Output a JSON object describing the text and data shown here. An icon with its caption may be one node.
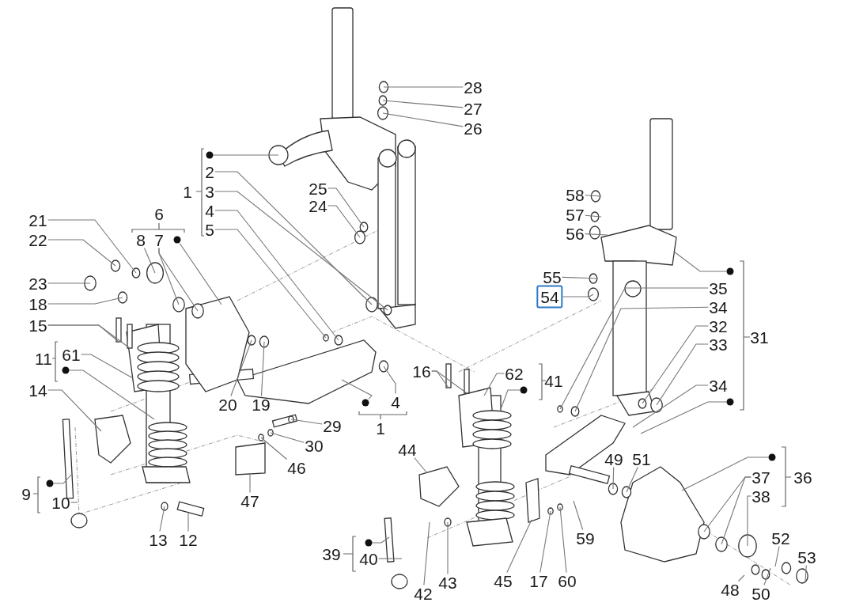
{
  "diagram": {
    "nodes": [
      {
        "text": [
          "28"
        ]
      },
      {
        "text": [
          "27"
        ]
      },
      {
        "text": [
          "26"
        ]
      },
      {
        "text": [],
        "shape": "circle"
      },
      {
        "text": [
          "2"
        ]
      },
      {
        "text": [
          "3"
        ]
      },
      {
        "text": [
          "25"
        ]
      },
      {
        "text": [
          "24"
        ]
      },
      {
        "text": [
          "4"
        ]
      },
      {
        "text": [
          "5"
        ]
      },
      {
        "text": [
          "21"
        ]
      },
      {
        "text": [
          "22"
        ]
      },
      {
        "text": [
          "8"
        ]
      },
      {
        "text": [
          "7"
        ]
      },
      {
        "text": [],
        "shape": "circle"
      },
      {
        "text": [
          "58"
        ]
      },
      {
        "text": [
          "57"
        ]
      },
      {
        "text": [
          "56"
        ]
      },
      {
        "text": [
          "55"
        ]
      },
      {
        "text": [
          "23"
        ]
      },
      {
        "text": [
          "18"
        ]
      },
      {
        "text": [
          "54"
        ]
      },
      {
        "text": [],
        "shape": "circle"
      },
      {
        "text": [
          "35"
        ]
      },
      {
        "text": [
          "34"
        ]
      },
      {
        "text": [
          "15"
        ]
      },
      {
        "text": [
          "32"
        ]
      },
      {
        "text": [
          "33"
        ]
      },
      {
        "text": [
          "61"
        ]
      },
      {
        "text": [],
        "shape": "circle"
      },
      {
        "text": [
          "16"
        ]
      },
      {
        "text": [
          "62"
        ]
      },
      {
        "text": [],
        "shape": "circle"
      },
      {
        "text": [
          "34"
        ]
      },
      {
        "text": [
          "14"
        ]
      },
      {
        "text": [
          "20"
        ]
      },
      {
        "text": [
          "19"
        ]
      },
      {
        "text": [],
        "shape": "circle"
      },
      {
        "text": [
          "4"
        ]
      },
      {
        "text": [],
        "shape": "circle"
      },
      {
        "text": [
          "29"
        ]
      },
      {
        "text": [
          "30"
        ]
      },
      {
        "text": [
          "44"
        ]
      },
      {
        "text": [
          "49"
        ]
      },
      {
        "text": [
          "51"
        ]
      },
      {
        "text": [],
        "shape": "circle"
      },
      {
        "text": [
          "37"
        ]
      },
      {
        "text": [
          "46"
        ]
      },
      {
        "text": [
          "38"
        ]
      },
      {
        "text": [],
        "shape": "circle"
      },
      {
        "text": [
          "10"
        ]
      },
      {
        "text": [
          "47"
        ]
      },
      {
        "text": [
          "59"
        ]
      },
      {
        "text": [
          "13"
        ]
      },
      {
        "text": [
          "12"
        ]
      },
      {
        "text": [
          "52"
        ]
      },
      {
        "text": [],
        "shape": "circle"
      },
      {
        "text": [
          "53"
        ]
      },
      {
        "text": [
          "40"
        ]
      },
      {
        "text": [
          "45"
        ]
      },
      {
        "text": [
          "17"
        ]
      },
      {
        "text": [
          "60"
        ]
      },
      {
        "text": [
          "43"
        ]
      },
      {
        "text": [
          "48"
        ]
      },
      {
        "text": [
          "42"
        ]
      },
      {
        "text": [
          "50"
        ]
      }
    ],
    "edges": [
      {
        "from": 0,
        "to": null,
        "arrow": "none"
      },
      {
        "from": 1,
        "to": null,
        "arrow": "none"
      },
      {
        "from": 2,
        "to": null,
        "arrow": "none"
      },
      {
        "from": 3,
        "to": null,
        "arrow": "none"
      },
      {
        "from": 4,
        "to": null,
        "arrow": "none"
      },
      {
        "from": 5,
        "to": null,
        "arrow": "none"
      },
      {
        "from": 6,
        "to": null,
        "arrow": "none"
      },
      {
        "from": 7,
        "to": null,
        "arrow": "none"
      },
      {
        "from": 8,
        "to": null,
        "arrow": "none"
      },
      {
        "from": 9,
        "to": null,
        "arrow": "none"
      },
      {
        "from": 10,
        "to": null,
        "arrow": "none"
      },
      {
        "from": 11,
        "to": null,
        "arrow": "none"
      },
      {
        "from": 12,
        "to": null,
        "arrow": "none"
      },
      {
        "from": 13,
        "to": null,
        "arrow": "none"
      },
      {
        "from": 13,
        "to": null,
        "arrow": "none"
      },
      {
        "from": 14,
        "to": null,
        "arrow": "none"
      },
      {
        "from": 15,
        "to": null,
        "arrow": "none"
      },
      {
        "from": 16,
        "to": null,
        "arrow": "none"
      },
      {
        "from": 17,
        "to": null,
        "arrow": "none"
      },
      {
        "from": 18,
        "to": null,
        "arrow": "none"
      },
      {
        "from": 19,
        "to": null,
        "arrow": "none"
      },
      {
        "from": 20,
        "to": null,
        "arrow": "none"
      },
      {
        "from": 21,
        "to": null,
        "arrow": "none"
      },
      {
        "from": 22,
        "to": null,
        "arrow": "none"
      },
      {
        "from": 23,
        "to": null,
        "arrow": "none"
      },
      {
        "from": 24,
        "to": null,
        "arrow": "none"
      },
      {
        "from": 25,
        "to": null,
        "arrow": "none"
      },
      {
        "from": 25,
        "to": null,
        "arrow": "none"
      },
      {
        "from": 26,
        "to": null,
        "arrow": "none"
      },
      {
        "from": 27,
        "to": null,
        "arrow": "none"
      },
      {
        "from": 28,
        "to": null,
        "arrow": "none"
      },
      {
        "from": 29,
        "to": null,
        "arrow": "none"
      },
      {
        "from": 30,
        "to": null,
        "arrow": "none"
      },
      {
        "from": 30,
        "to": null,
        "arrow": "none"
      },
      {
        "from": 31,
        "to": null,
        "arrow": "none"
      },
      {
        "from": 32,
        "to": null,
        "arrow": "none"
      },
      {
        "from": 33,
        "to": null,
        "arrow": "none"
      },
      {
        "from": 34,
        "to": null,
        "arrow": "none"
      },
      {
        "from": 35,
        "to": null,
        "arrow": "none"
      },
      {
        "from": 36,
        "to": null,
        "arrow": "none"
      },
      {
        "from": 37,
        "to": null,
        "arrow": "none"
      },
      {
        "from": 38,
        "to": null,
        "arrow": "none"
      },
      {
        "from": 39,
        "to": null,
        "arrow": "none"
      },
      {
        "from": 40,
        "to": null,
        "arrow": "none"
      },
      {
        "from": 41,
        "to": null,
        "arrow": "none"
      },
      {
        "from": 42,
        "to": null,
        "arrow": "none"
      },
      {
        "from": 43,
        "to": null,
        "arrow": "none"
      },
      {
        "from": 44,
        "to": null,
        "arrow": "none"
      },
      {
        "from": 45,
        "to": null,
        "arrow": "none"
      },
      {
        "from": 46,
        "to": null,
        "arrow": "none"
      },
      {
        "from": 46,
        "to": null,
        "arrow": "none"
      },
      {
        "from": 47,
        "to": null,
        "arrow": "none"
      },
      {
        "from": 48,
        "to": null,
        "arrow": "none"
      },
      {
        "from": 49,
        "to": null,
        "arrow": "none"
      },
      {
        "from": 50,
        "to": null,
        "arrow": "none"
      },
      {
        "from": 51,
        "to": null,
        "arrow": "none"
      },
      {
        "from": 52,
        "to": null,
        "arrow": "none"
      },
      {
        "from": 53,
        "to": null,
        "arrow": "none"
      },
      {
        "from": 54,
        "to": null,
        "arrow": "none"
      },
      {
        "from": 55,
        "to": null,
        "arrow": "none"
      },
      {
        "from": 56,
        "to": null,
        "arrow": "none"
      },
      {
        "from": 57,
        "to": null,
        "arrow": "none"
      },
      {
        "from": 58,
        "to": null,
        "arrow": "none"
      },
      {
        "from": 59,
        "to": null,
        "arrow": "none"
      },
      {
        "from": 60,
        "to": null,
        "arrow": "none"
      },
      {
        "from": 61,
        "to": null,
        "arrow": "none"
      },
      {
        "from": 62,
        "to": null,
        "arrow": "none"
      },
      {
        "from": 63,
        "to": null,
        "arrow": "none"
      },
      {
        "from": 64,
        "to": null,
        "arrow": "none"
      },
      {
        "from": 65,
        "to": null,
        "arrow": "none"
      }
    ],
    "labels": [
      "1",
      "6",
      "11",
      "1",
      "41",
      "9",
      "39",
      "31",
      "36"
    ]
  }
}
